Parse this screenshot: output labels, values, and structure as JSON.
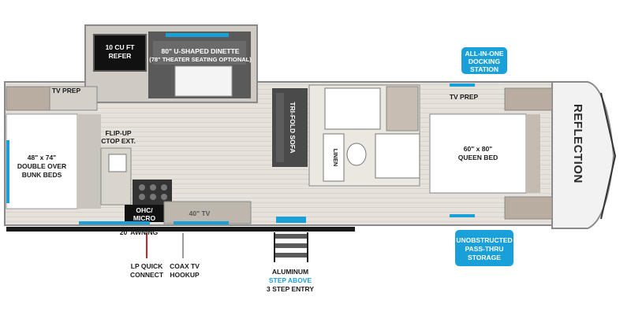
{
  "labels": {
    "refer": [
      "10 CU FT",
      "REFER"
    ],
    "dinette": "80\" U-SHAPED DINETTE",
    "dinette_note": "(78\" THEATER SEATING OPTIONAL)",
    "tv_prep_front": "TV PREP",
    "tv_prep_bed": "TV PREP",
    "flip_up": [
      "FLIP-UP",
      "CTOP EXT."
    ],
    "bunks": [
      "48\" x 74\"",
      "DOUBLE OVER",
      "BUNK BEDS"
    ],
    "sofa": "TRI-FOLD SOFA",
    "linen": "LINEN",
    "queen_bed": [
      "60\" x 80\"",
      "QUEEN BED"
    ],
    "ohc_micro": [
      "OHC/",
      "MICRO"
    ],
    "tv_40": "40\" TV",
    "awning": "20' AWNING",
    "lp": [
      "LP QUICK",
      "CONNECT"
    ],
    "coax": [
      "COAX TV",
      "HOOKUP"
    ],
    "entry": [
      "ALUMINUM",
      "STEP ABOVE",
      "3 STEP ENTRY"
    ],
    "docking": [
      "ALL-IN-ONE",
      "DOCKING",
      "STATION"
    ],
    "storage": [
      "UNOBSTRUCTED",
      "PASS-THRU",
      "STORAGE"
    ],
    "brand": "REFLECTION"
  },
  "colors": {
    "callout_blue": "#1aa0d8",
    "dark_gray": "#4a4a4a",
    "wood_floor": "#e3dfd8",
    "lp_red": "#d62020"
  }
}
